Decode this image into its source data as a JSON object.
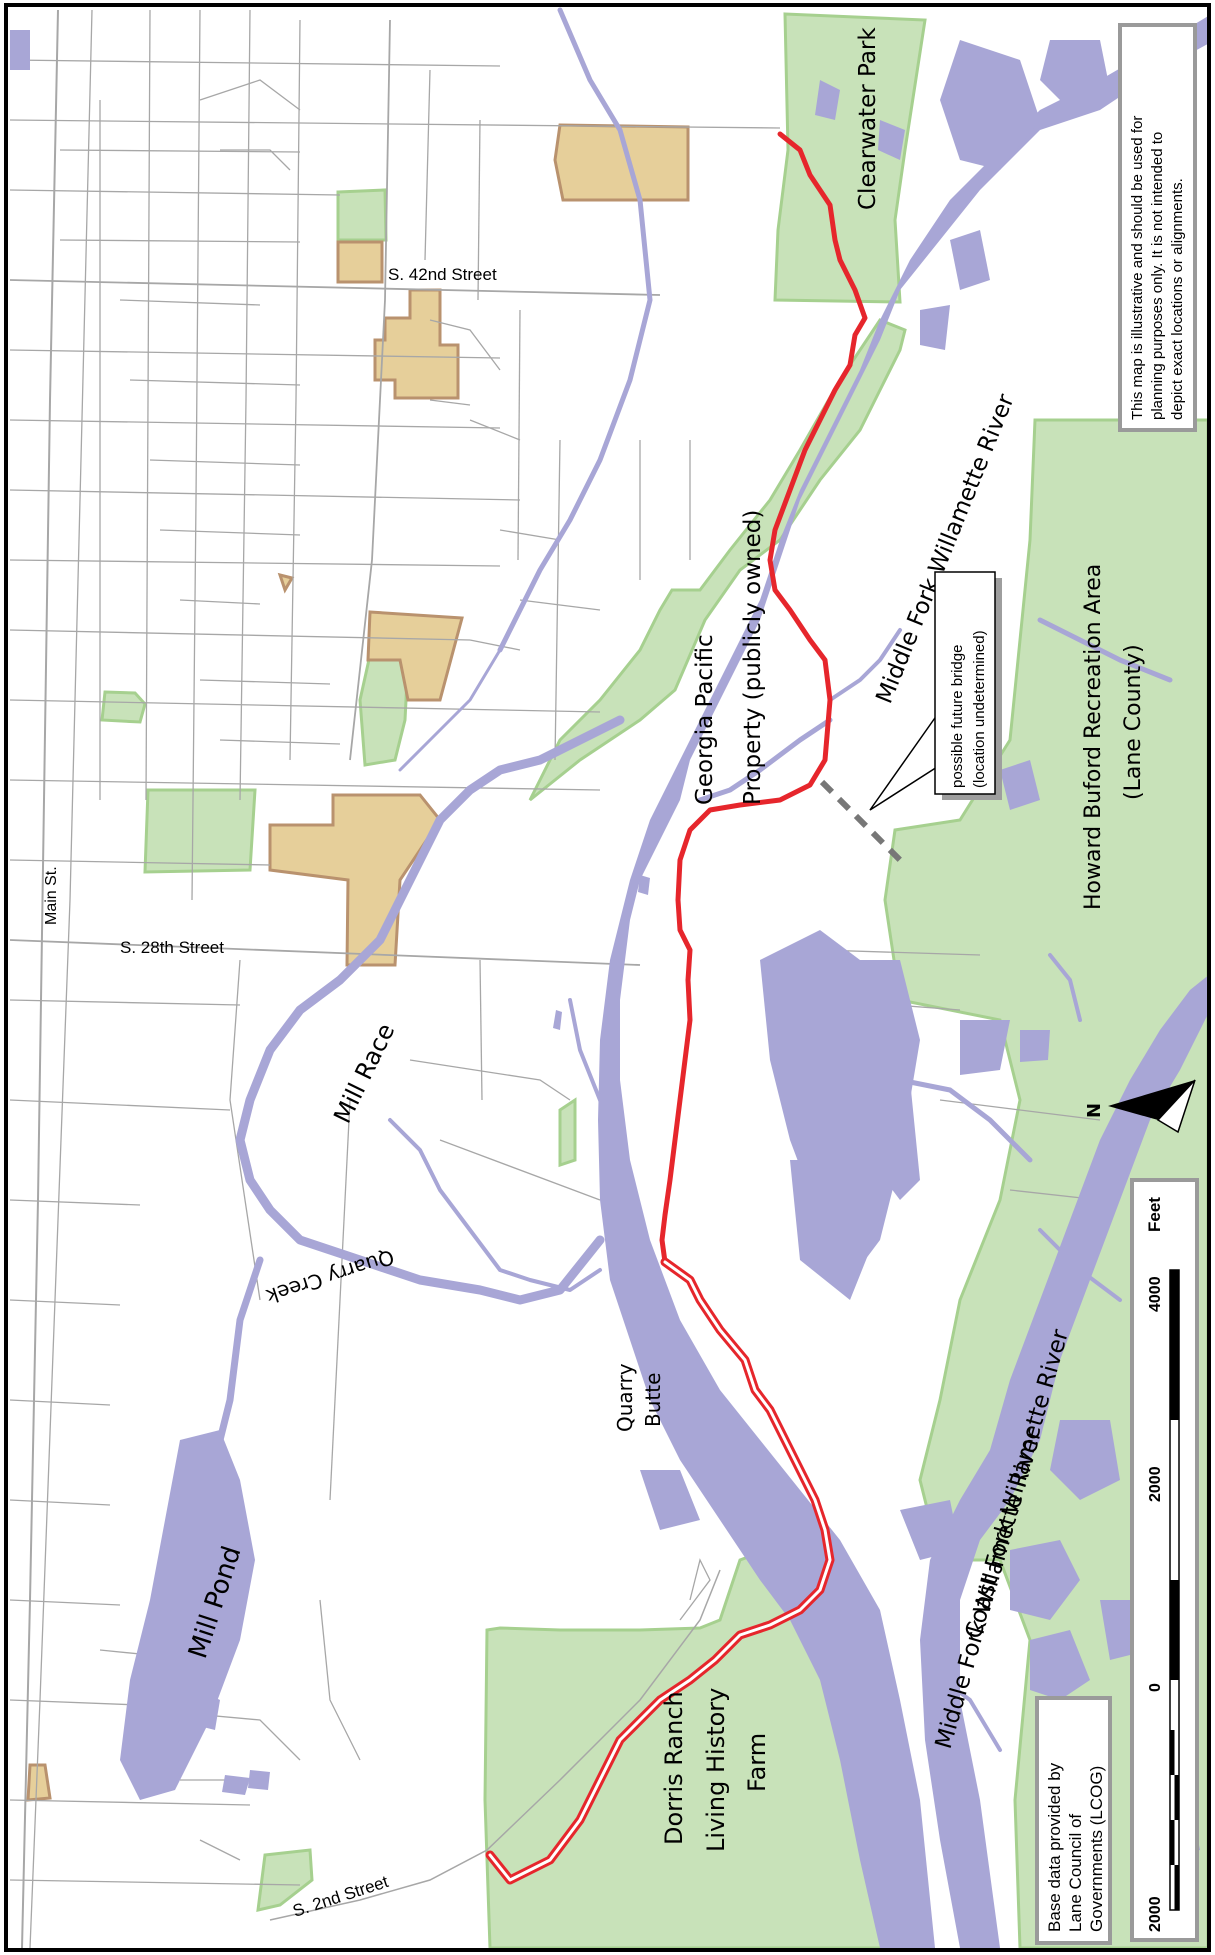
{
  "map": {
    "labels": {
      "clearwater_park": "Clearwater Park",
      "georgia_pacific_1": "Georgia Pacific",
      "georgia_pacific_2": "Property (publicly owned)",
      "middle_fork_river_upper": "Middle Fork Willamette River",
      "middle_fork_river_lower": "Middle Fork Willamette River",
      "coast_fork_river": "Coast Fork Willamette River",
      "howard_buford_1": "Howard Buford Recreation Area",
      "howard_buford_2": "(Lane County)",
      "mill_race": "Mill Race",
      "quarry_creek": "Quarry Creek",
      "quarry_butte_1": "Quarry",
      "quarry_butte_2": "Butte",
      "mill_pond": "Mill Pond",
      "dorris_ranch_1": "Dorris Ranch",
      "dorris_ranch_2": "Living History",
      "dorris_ranch_3": "Farm",
      "main_st": "Main St.",
      "s_42nd": "S. 42nd Street",
      "s_28th": "S. 28th Street",
      "s_2nd": "S. 2nd Street"
    },
    "bridge_callout": {
      "line1": "possible future bridge",
      "line2": "(location undetermined)"
    },
    "disclaimer": {
      "line1": "This map is illustrative and should be used for",
      "line2": "planning purposes only. It is not intended to",
      "line3": "depict exact locations or alignments."
    },
    "credit": {
      "line1": "Base data provided by",
      "line2": "Lane Council of",
      "line3": "Governments (LCOG)"
    },
    "scale_bar": {
      "unit": "Feet",
      "ticks": [
        "2000",
        "0",
        "2000",
        "4000"
      ]
    },
    "north_arrow": {
      "label": "N"
    },
    "colors": {
      "water": "#a8a6d6",
      "park": "#c8e2b9",
      "park_border": "#a6d08f",
      "parcel": "#e6cf9a",
      "parcel_border": "#b9926e",
      "trail": "#e6262c",
      "road": "#9a9a9a"
    }
  }
}
